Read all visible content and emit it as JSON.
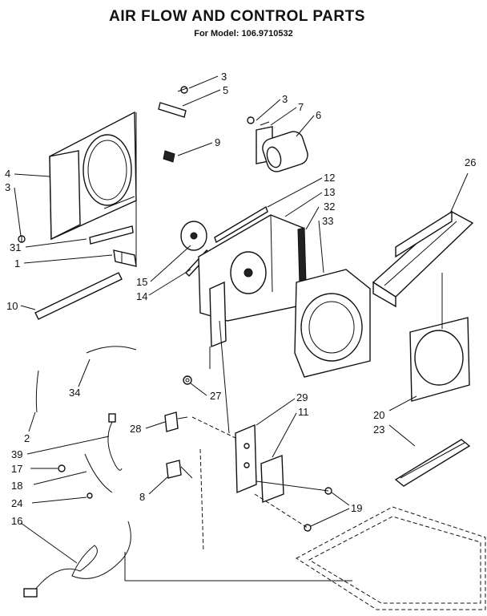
{
  "header": {
    "title": "AIR FLOW AND CONTROL PARTS",
    "subtitle": "For Model: 106.9710532"
  },
  "callouts": [
    {
      "id": "c-3a",
      "label": "3"
    },
    {
      "id": "c-5",
      "label": "5"
    },
    {
      "id": "c-3b",
      "label": "3"
    },
    {
      "id": "c-7",
      "label": "7"
    },
    {
      "id": "c-6",
      "label": "6"
    },
    {
      "id": "c-9",
      "label": "9"
    },
    {
      "id": "c-4",
      "label": "4"
    },
    {
      "id": "c-3c",
      "label": "3"
    },
    {
      "id": "c-26",
      "label": "26"
    },
    {
      "id": "c-12",
      "label": "12"
    },
    {
      "id": "c-13",
      "label": "13"
    },
    {
      "id": "c-32",
      "label": "32"
    },
    {
      "id": "c-33",
      "label": "33"
    },
    {
      "id": "c-31",
      "label": "31"
    },
    {
      "id": "c-1",
      "label": "1"
    },
    {
      "id": "c-10",
      "label": "10"
    },
    {
      "id": "c-15",
      "label": "15"
    },
    {
      "id": "c-14",
      "label": "14"
    },
    {
      "id": "c-34",
      "label": "34"
    },
    {
      "id": "c-27",
      "label": "27"
    },
    {
      "id": "c-2",
      "label": "2"
    },
    {
      "id": "c-29",
      "label": "29"
    },
    {
      "id": "c-11",
      "label": "11"
    },
    {
      "id": "c-20",
      "label": "20"
    },
    {
      "id": "c-23",
      "label": "23"
    },
    {
      "id": "c-28",
      "label": "28"
    },
    {
      "id": "c-39",
      "label": "39"
    },
    {
      "id": "c-17",
      "label": "17"
    },
    {
      "id": "c-18",
      "label": "18"
    },
    {
      "id": "c-8",
      "label": "8"
    },
    {
      "id": "c-24",
      "label": "24"
    },
    {
      "id": "c-19",
      "label": "19"
    },
    {
      "id": "c-16",
      "label": "16"
    }
  ]
}
